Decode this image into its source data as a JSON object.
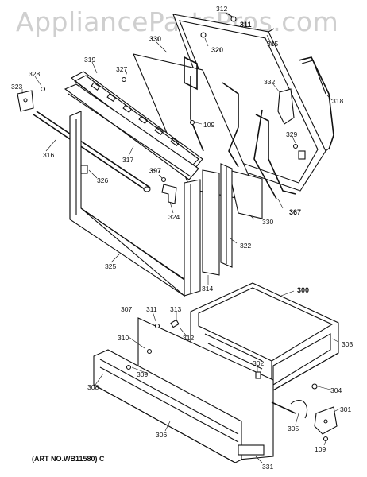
{
  "watermark": "AppliancePartsPros.com",
  "art_number": "(ART NO.WB11580) C",
  "part_labels": {
    "p312a": "312",
    "p311a": "311",
    "p330a": "330",
    "p320": "320",
    "p315": "315",
    "p319": "319",
    "p327": "327",
    "p328": "328",
    "p323": "323",
    "p332": "332",
    "p318": "318",
    "p109a": "109",
    "p329": "329",
    "p316": "316",
    "p317": "317",
    "p397": "397",
    "p326": "326",
    "p324": "324",
    "p367": "367",
    "p330b": "330",
    "p322": "322",
    "p325": "325",
    "p314": "314",
    "p300": "300",
    "p307": "307",
    "p311b": "311",
    "p313": "313",
    "p310": "310",
    "p312b": "312",
    "p309": "309",
    "p303": "303",
    "p302": "302",
    "p304": "304",
    "p308": "308",
    "p305": "305",
    "p301": "301",
    "p306": "306",
    "p109b": "109",
    "p331": "331"
  }
}
